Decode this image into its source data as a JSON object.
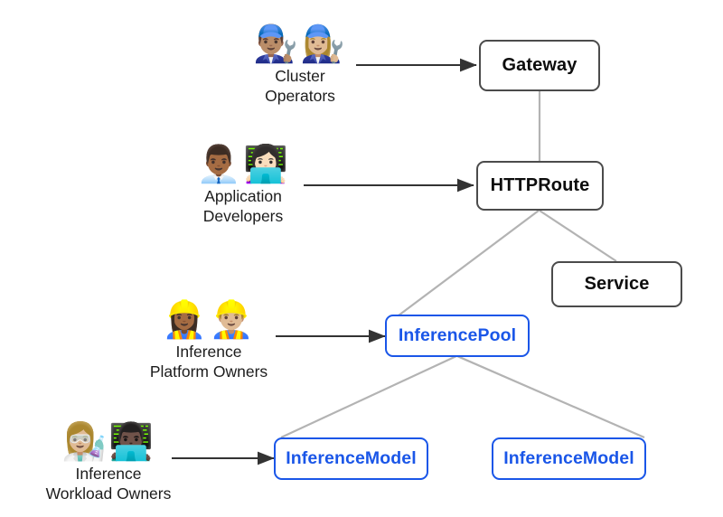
{
  "diagram": {
    "title": "Gateway API Inference Extension personas and resources",
    "background_color": "#ffffff",
    "colors": {
      "core_border": "#4b4b4b",
      "core_text": "#0d0d0d",
      "inference_border": "#1a56e8",
      "inference_text": "#1a56e8",
      "relation_edge": "#b3b3b3",
      "arrow": "#333333"
    },
    "nodes": {
      "gateway": {
        "label": "Gateway",
        "kind": "core"
      },
      "httproute": {
        "label": "HTTPRoute",
        "kind": "core"
      },
      "service": {
        "label": "Service",
        "kind": "core"
      },
      "inference_pool": {
        "label": "InferencePool",
        "kind": "inference"
      },
      "inference_model_left": {
        "label": "InferenceModel",
        "kind": "inference"
      },
      "inference_model_right": {
        "label": "InferenceModel",
        "kind": "inference"
      }
    },
    "personas": [
      {
        "id": "cluster-operators",
        "label": "Cluster\nOperators",
        "icons": "👨🏽‍🔧👩🏼‍🔧",
        "icon_names": "man-mechanic-icon woman-mechanic-icon",
        "target": "Gateway"
      },
      {
        "id": "application-developers",
        "label": "Application\nDevelopers",
        "icons": "👨🏾‍💼👩🏻‍💻",
        "icon_names": "man-office-worker-icon woman-technologist-icon",
        "target": "HTTPRoute"
      },
      {
        "id": "inference-platform-owners",
        "label": "Inference\nPlatform Owners",
        "icons": "👷🏾‍♀️👷🏼‍♂️",
        "icon_names": "woman-construction-worker-icon man-construction-worker-icon",
        "target": "InferencePool"
      },
      {
        "id": "inference-workload-owners",
        "label": "Inference\nWorkload Owners",
        "icons": "👩🏼‍🔬👨🏿‍💻",
        "icon_names": "woman-scientist-icon man-technologist-icon",
        "target": "InferenceModel"
      }
    ],
    "edges": [
      {
        "from": "Gateway",
        "to": "HTTPRoute",
        "style": "plain"
      },
      {
        "from": "HTTPRoute",
        "to": "InferencePool",
        "style": "plain"
      },
      {
        "from": "HTTPRoute",
        "to": "Service",
        "style": "plain"
      },
      {
        "from": "InferencePool",
        "to": "InferenceModel (left)",
        "style": "plain"
      },
      {
        "from": "InferencePool",
        "to": "InferenceModel (right)",
        "style": "plain"
      },
      {
        "from": "Cluster Operators",
        "to": "Gateway",
        "style": "arrow"
      },
      {
        "from": "Application Developers",
        "to": "HTTPRoute",
        "style": "arrow"
      },
      {
        "from": "Inference Platform Owners",
        "to": "InferencePool",
        "style": "arrow"
      },
      {
        "from": "Inference Workload Owners",
        "to": "InferenceModel (left)",
        "style": "arrow"
      }
    ]
  }
}
